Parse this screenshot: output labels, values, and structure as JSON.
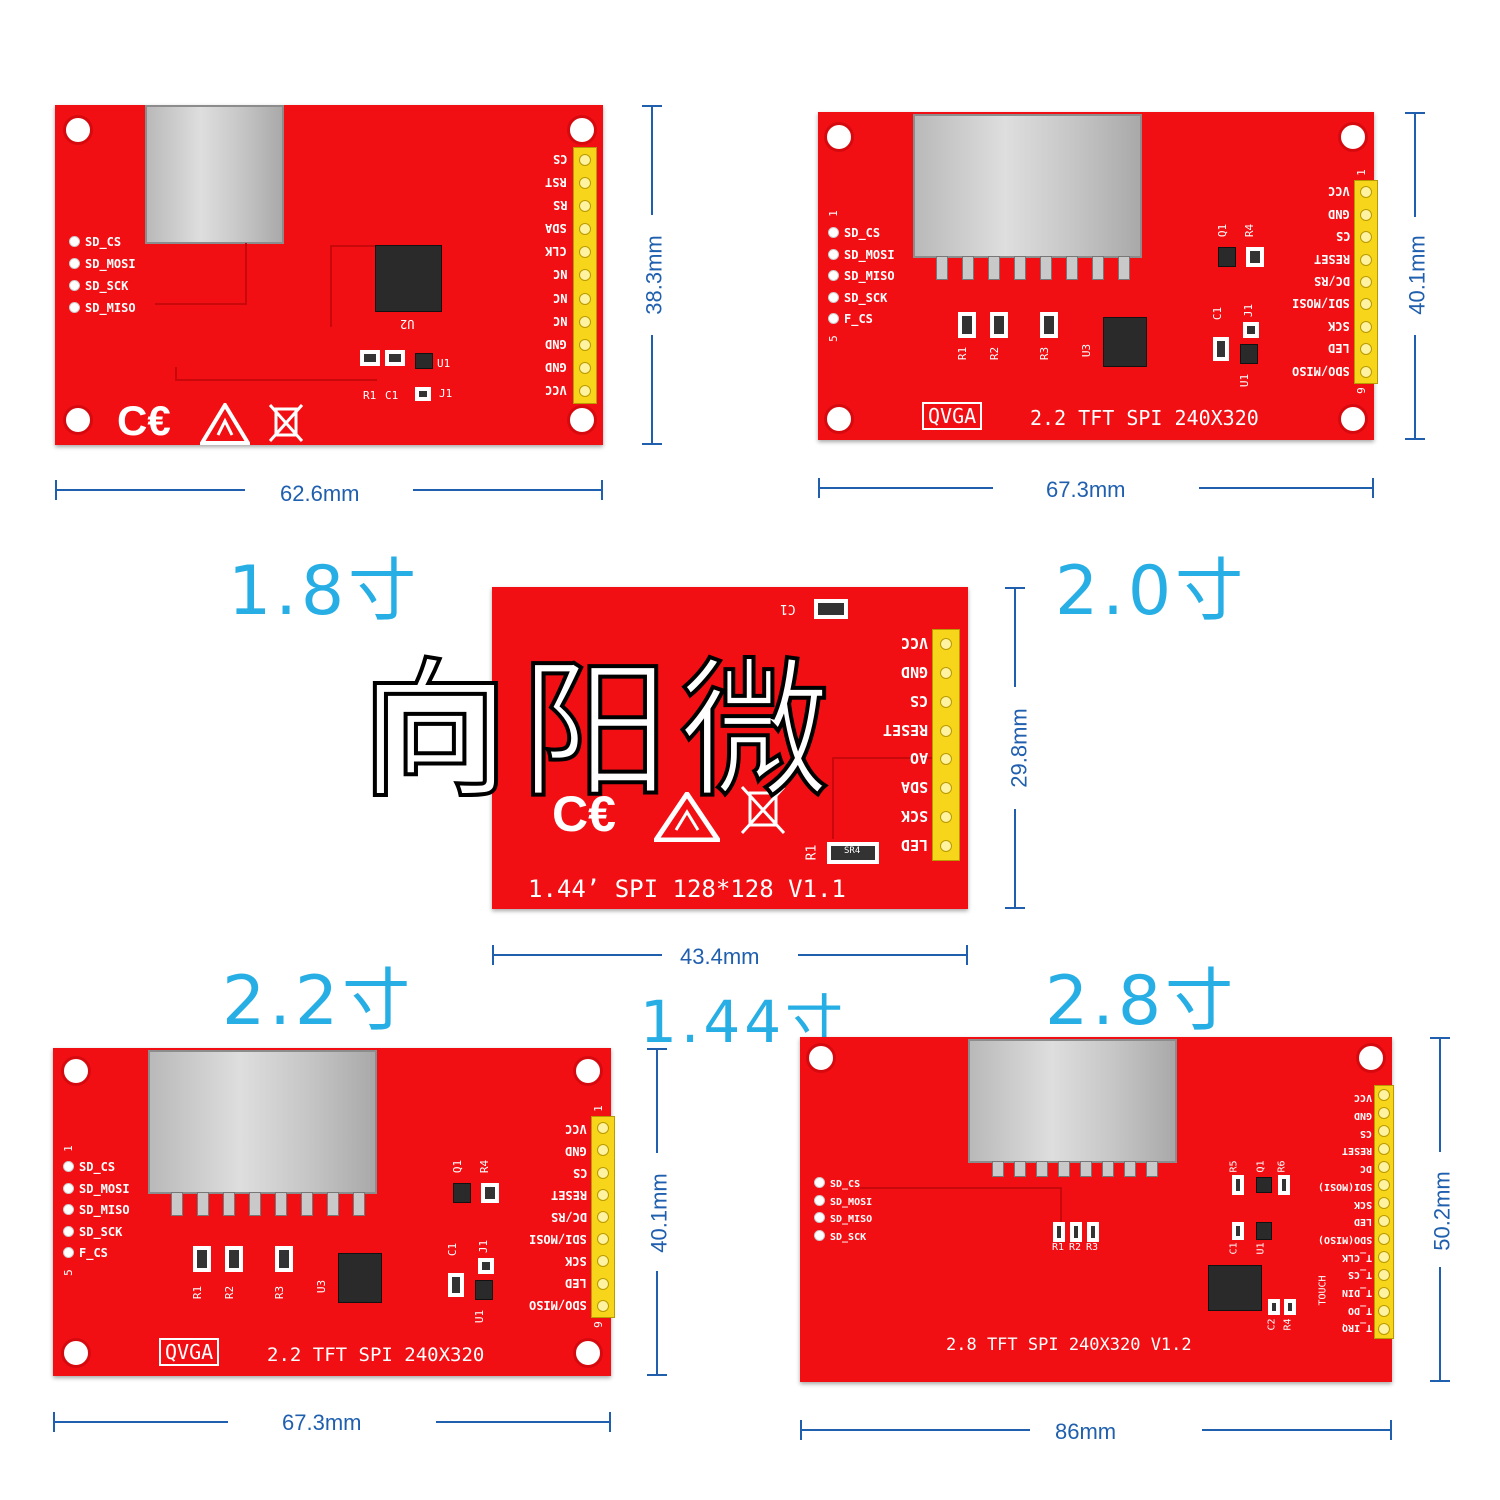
{
  "watermark": "向阳微",
  "modules": {
    "m18": {
      "size_label": "1.8寸",
      "width": "62.6mm",
      "height": "38.3mm",
      "pins": [
        "CS",
        "RST",
        "RS",
        "SDA",
        "CLK",
        "NC",
        "NC",
        "NC",
        "GND",
        "GND",
        "VCC"
      ],
      "sd_pins": [
        "SD_CS",
        "SD_MOSI",
        "SD_SCK",
        "SD_MISO"
      ],
      "chip_label": "U2",
      "part_labels": [
        "R1",
        "C1",
        "U1",
        "J1"
      ]
    },
    "m20": {
      "size_label": "2.0寸",
      "width": "67.3mm",
      "height": "40.1mm",
      "pins": [
        "VCC",
        "GND",
        "CS",
        "RESET",
        "DC/RS",
        "SDI/MOSI",
        "SCK",
        "LED",
        "SDO/MISO"
      ],
      "sd_pins": [
        "SD_CS",
        "SD_MOSI",
        "SD_MISO",
        "SD_SCK",
        "F_CS"
      ],
      "qvga": "QVGA",
      "model": "2.2 TFT SPI 240X320",
      "pin_first": "1",
      "pin_last": "9",
      "sd_first": "1",
      "sd_last": "5",
      "part_labels": [
        "R1",
        "R2",
        "R3",
        "U3",
        "Q1",
        "R4",
        "C1",
        "J1",
        "U1"
      ]
    },
    "m144": {
      "size_label": "1.44寸",
      "width": "43.4mm",
      "height": "29.8mm",
      "pins": [
        "VCC",
        "GND",
        "CS",
        "RESET",
        "AO",
        "SDA",
        "SCK",
        "LED"
      ],
      "model": "1.44’ SPI 128*128 V1.1",
      "part_labels": [
        "C1",
        "R1",
        "SR4"
      ]
    },
    "m22": {
      "size_label": "2.2寸",
      "width": "67.3mm",
      "height": "40.1mm",
      "pins": [
        "VCC",
        "GND",
        "CS",
        "RESET",
        "DC/RS",
        "SDI/MOSI",
        "SCK",
        "LED",
        "SDO/MISO"
      ],
      "sd_pins": [
        "SD_CS",
        "SD_MOSI",
        "SD_MISO",
        "SD_SCK",
        "F_CS"
      ],
      "qvga": "QVGA",
      "model": "2.2 TFT SPI 240X320",
      "pin_first": "1",
      "pin_last": "9",
      "sd_first": "1",
      "sd_last": "5",
      "part_labels": [
        "R1",
        "R2",
        "R3",
        "U3",
        "Q1",
        "R4",
        "C1",
        "J1",
        "U1"
      ]
    },
    "m28": {
      "size_label": "2.8寸",
      "width": "86mm",
      "height": "50.2mm",
      "pins": [
        "VCC",
        "GND",
        "CS",
        "RESET",
        "DC",
        "SDI(MOSI)",
        "SCK",
        "LED",
        "SDO(MISO)",
        "T_CLK",
        "T_CS",
        "T_DIN",
        "T_DO",
        "T_IRQ"
      ],
      "sd_pins": [
        "SD_CS",
        "SD_MOSI",
        "SD_MISO",
        "SD_SCK"
      ],
      "model": "2.8 TFT SPI 240X320 V1.2",
      "touch": "TOUCH",
      "part_labels": [
        "R5",
        "Q1",
        "R6",
        "C1",
        "U1",
        "R1",
        "R2",
        "R3",
        "C2",
        "R4"
      ]
    }
  },
  "icons": [
    "ce-mark-icon",
    "esd-warning-icon",
    "weee-bin-icon"
  ],
  "colors": {
    "pcb": "#f20f14",
    "dimension": "#1f5fae",
    "size_label": "#27aee4",
    "header": "#f6d51b"
  }
}
